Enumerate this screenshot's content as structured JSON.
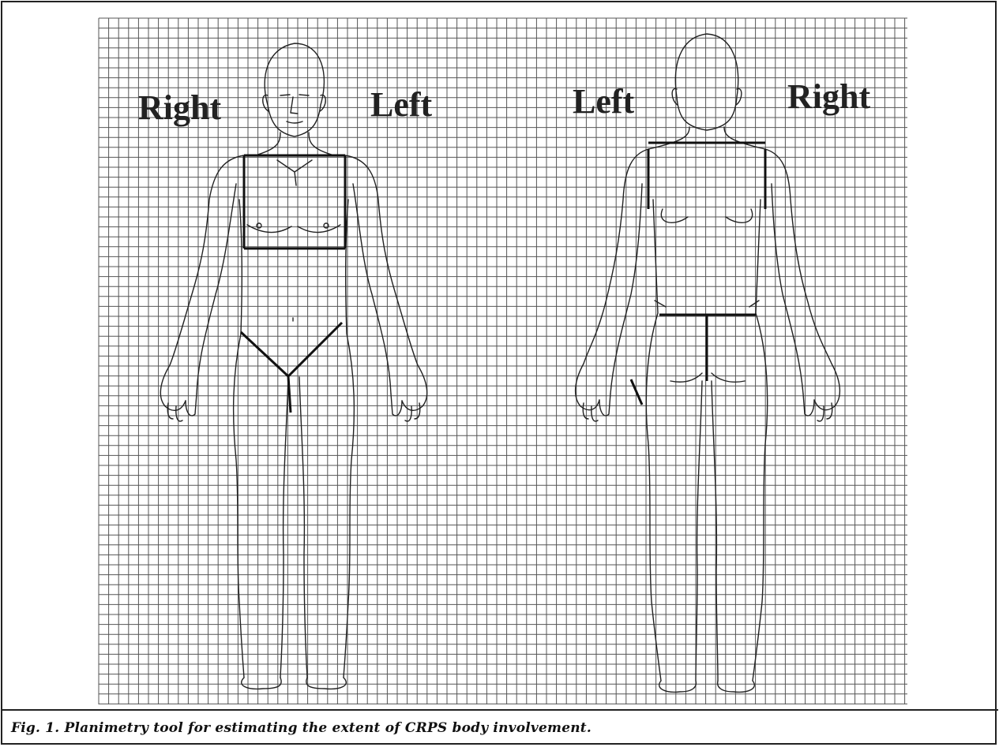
{
  "figure": {
    "caption": "Fig. 1. Planimetry tool for estimating the extent of  CRPS body involvement.",
    "front_view": {
      "label_right": "Right",
      "label_left": "Left"
    },
    "back_view": {
      "label_left": "Left",
      "label_right": "Right"
    }
  }
}
